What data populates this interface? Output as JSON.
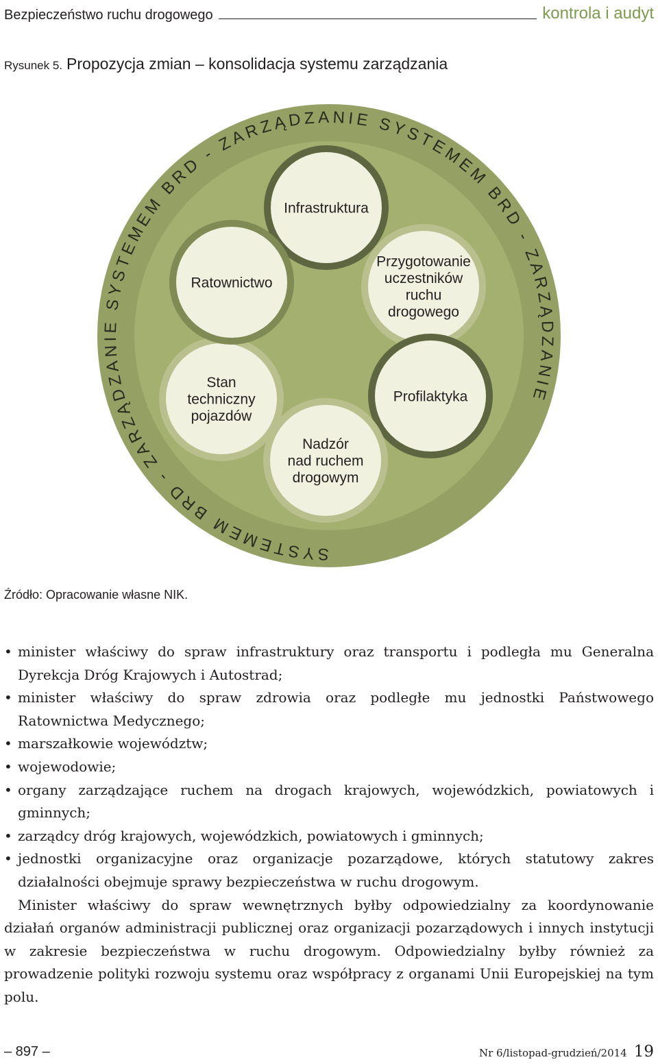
{
  "header": {
    "left": "Bezpieczeństwo ruchu drogowego",
    "right": "kontrola i audyt"
  },
  "figure": {
    "label": "Rysunek 5.",
    "title": "Propozycja zmian – konsolidacja systemu zarządzania",
    "ring_text": "SYSTEMEM BRD - ZARZĄDZANIE SYSTEMEM BRD - ZARZĄDZANIE SYSTEMEM BRD - ZARZĄDZANIE",
    "colors": {
      "outer_ring": "#94a064",
      "inner_disc": "#a4b06f",
      "light_fill": "#f1f1df",
      "dark_ring": "#5d6640",
      "medium_ring": "#7f8a55",
      "light_ring": "#b9c08d",
      "ring_text": "#2a2a1e"
    },
    "nodes": [
      {
        "lines": [
          "Infrastruktura"
        ]
      },
      {
        "lines": [
          "Przygotowanie",
          "uczestników",
          "ruchu",
          "drogowego"
        ]
      },
      {
        "lines": [
          "Profilaktyka"
        ]
      },
      {
        "lines": [
          "Nadzór",
          "nad ruchem",
          "drogowym"
        ]
      },
      {
        "lines": [
          "Stan",
          "techniczny",
          "pojazdów"
        ]
      },
      {
        "lines": [
          "Ratownictwo"
        ]
      }
    ],
    "source": "Źródło: Opracowanie własne NIK."
  },
  "bullets": [
    "minister właściwy do spraw infrastruktury oraz transportu i podległa mu Generalna Dyrekcja Dróg Krajowych i Autostrad;",
    "minister właściwy do spraw zdrowia oraz podległe mu jednostki Państwowego Ratownictwa Medycznego;",
    "marszałkowie województw;",
    "wojewodowie;",
    "organy zarządzające ruchem na drogach krajowych, wojewódzkich, powiatowych i gminnych;",
    "zarządcy dróg krajowych, wojewódzkich, powiatowych i gminnych;",
    "jednostki organizacyjne oraz organizacje pozarządowe, których statutowy zakres działalności obejmuje sprawy bezpieczeństwa w ruchu drogowym."
  ],
  "paragraph": "Minister właściwy do spraw wewnętrznych byłby odpowiedzialny za koordynowanie działań organów administracji publicznej oraz organizacji pozarządowych i innych instytucji w zakresie bezpieczeństwa w ruchu drogowym. Odpowiedzialny byłby również za prowadzenie polityki rozwoju systemu oraz współpracy z organami Unii Europejskiej na tym polu.",
  "footer": {
    "left": "– 897 –",
    "issue": "Nr 6/listopad-grudzień/2014",
    "page": "19"
  }
}
